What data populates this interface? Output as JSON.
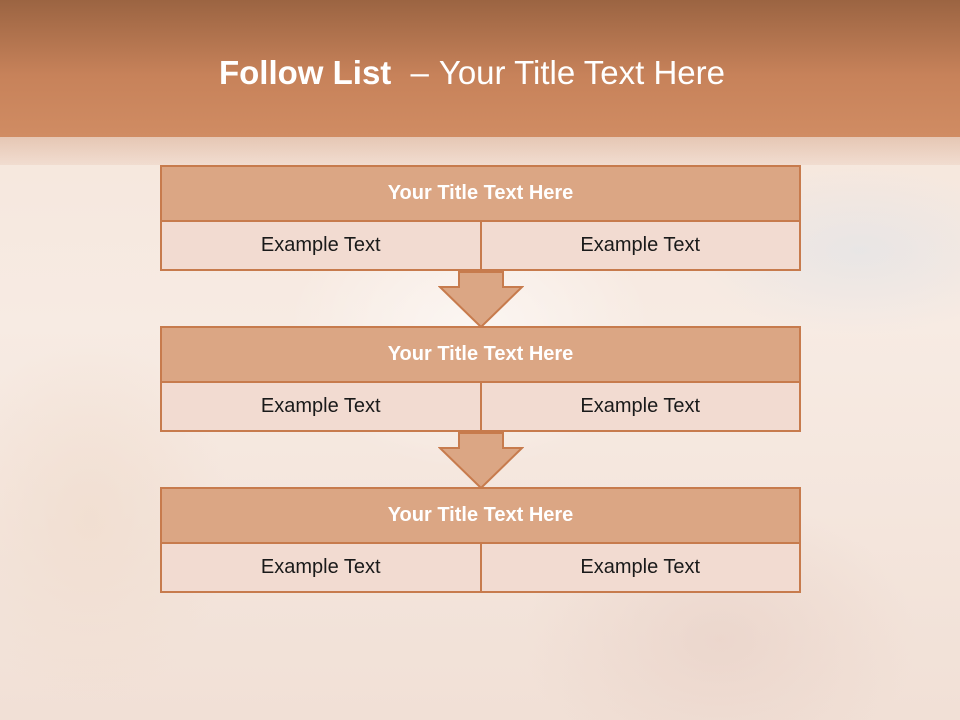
{
  "slide": {
    "title_bold": "Follow List",
    "title_dash": "–",
    "title_rest": "Your Title Text Here"
  },
  "blocks": [
    {
      "title": "Your Title Text Here",
      "left": "Example Text",
      "right": "Example Text"
    },
    {
      "title": "Your Title Text Here",
      "left": "Example Text",
      "right": "Example Text"
    },
    {
      "title": "Your Title Text Here",
      "left": "Example Text",
      "right": "Example Text"
    }
  ],
  "colors": {
    "header": "#c7825a",
    "block_title_fill": "#dba684",
    "block_border": "#c77b4d",
    "block_cell_fill": "#f2dbd1"
  },
  "icons": [
    "down-arrow-icon"
  ]
}
